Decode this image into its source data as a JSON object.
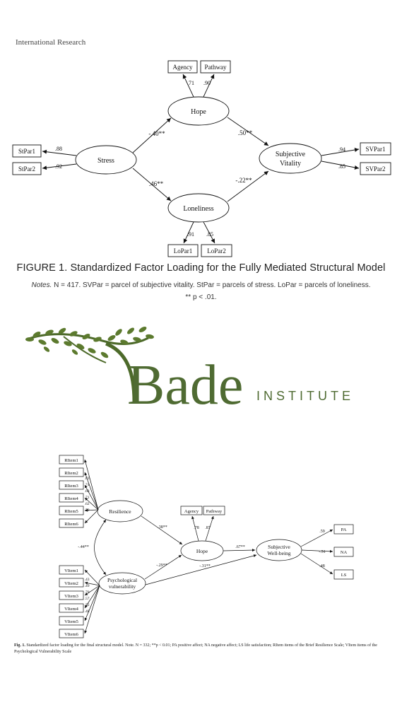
{
  "header": {
    "title": "International Research"
  },
  "figure1": {
    "nodes": {
      "hope": "Hope",
      "stress": "Stress",
      "subjective_vitality_l1": "Subjective",
      "subjective_vitality_l2": "Vitality",
      "loneliness": "Loneliness"
    },
    "indicators": {
      "agency": "Agency",
      "pathway": "Pathway",
      "stpar1": "StPar1",
      "stpar2": "StPar2",
      "svpar1": "SVPar1",
      "svpar2": "SVPar2",
      "lopar1": "LoPar1",
      "lopar2": "LoPar2"
    },
    "loadings": {
      "agency": ".71",
      "pathway": ".90",
      "stpar1": ".88",
      "stpar2": ".92",
      "svpar1": ".94",
      "svpar2": ".85",
      "lopar1": ".91",
      "lopar2": ".85"
    },
    "paths": {
      "stress_hope": "-.40**",
      "hope_sv": ".50**",
      "stress_loneliness": ".46**",
      "loneliness_sv": "-.22**"
    },
    "caption": {
      "title": "FIGURE 1. Standardized Factor Loading for the Fully Mediated Structural Model",
      "notes_label": "Notes.",
      "notes_text": " N = 417. SVPar = parcel of subjective vitality. StPar = parcels of stress. LoPar = parcels of loneliness.",
      "significance": "** p < .01."
    }
  },
  "logo": {
    "word": "Bade",
    "suffix": "INSTITUTE",
    "leaf_color": "#5c7a2e",
    "text_color": "#4f6b32"
  },
  "figure2": {
    "nodes": {
      "resilience": "Resilience",
      "hope": "Hope",
      "pv_l1": "Psychological",
      "pv_l2": "vulnerability",
      "swb_l1": "Subjective",
      "swb_l2": "Well-being"
    },
    "r_items": [
      "RItem1",
      "RItem2",
      "RItem3",
      "RItem4",
      "RItem5",
      "RItem6"
    ],
    "r_loadings": [
      ".83",
      ".74",
      ".68",
      ".71",
      ".62",
      ".79"
    ],
    "v_items": [
      "VItem1",
      "VItem2",
      "VItem3",
      "VItem4",
      "VItem5",
      "VItem6"
    ],
    "v_loadings": [
      ".43",
      ".49",
      ".70",
      ".57",
      ".52",
      ".48"
    ],
    "hope_indicators": {
      "agency": "Agency",
      "pathway": "Pathway"
    },
    "hope_loadings": {
      "agency": ".78",
      "pathway": ".87"
    },
    "swb_indicators": [
      "PA",
      "NA",
      "LS"
    ],
    "swb_loadings": [
      ".59",
      "-.51",
      ".48"
    ],
    "paths": {
      "res_hope": ".38**",
      "res_pv": "-.44**",
      "pv_hope": "-.29**",
      "hope_swb": ".67**",
      "pv_swb": "-.31**"
    },
    "caption": {
      "label": "Fig. 1.",
      "text": " Standardized factor loading for the final structural model. Note. N = 332; **p < 0.01; PA positive affect; NA negative affect; LS life satisfaction; RItem items of the Brief Resilience Scale; VItem items of the Psychological Vulnerability Scale"
    }
  }
}
